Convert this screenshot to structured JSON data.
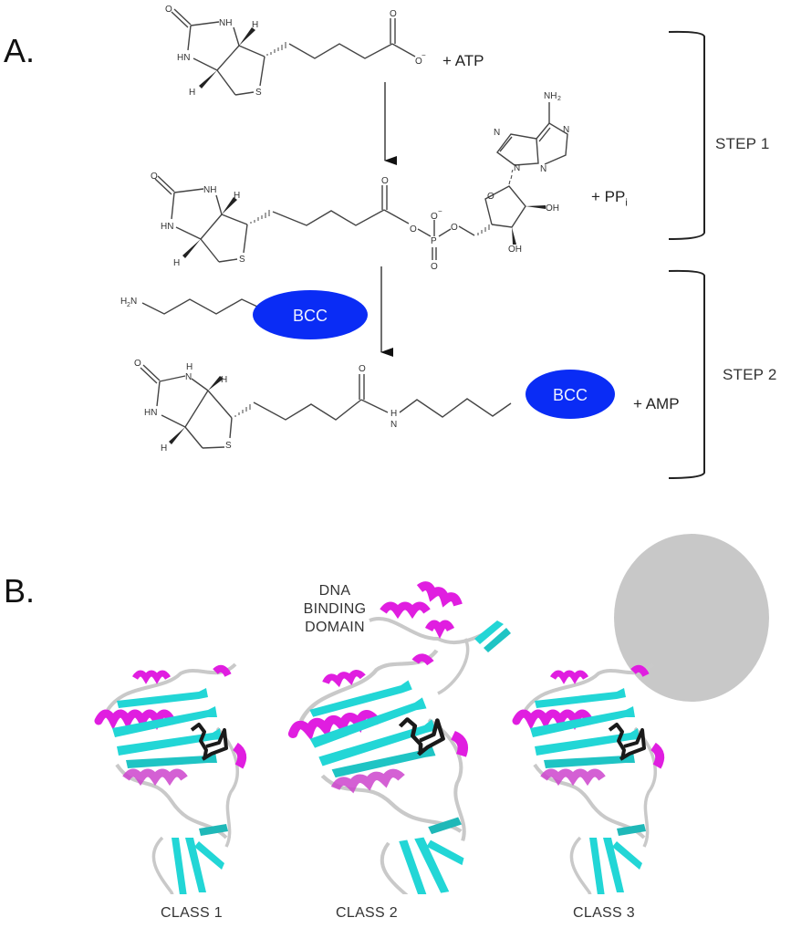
{
  "panels": {
    "a": {
      "label": "A.",
      "reaction": {
        "row1": {
          "reactant": "biotin",
          "plus_label": "+ ATP"
        },
        "row2": {
          "product": "biotinyl-5'-AMP",
          "plus_label": "+ PP",
          "plus_sub": "i"
        },
        "lysine_substrate": {
          "amine_label": "H2N",
          "protein_label": "BCC"
        },
        "row3": {
          "product": "biotinylated BCC",
          "protein_label": "BCC",
          "plus_label": "+ AMP"
        }
      },
      "steps": [
        {
          "label": "STEP 1"
        },
        {
          "label": "STEP 2"
        }
      ],
      "atoms": {
        "O": "O",
        "NH": "NH",
        "HN": "HN",
        "H": "H",
        "S": "S",
        "N": "N",
        "O_minus": "O",
        "minus": "−",
        "P": "P",
        "OH": "OH",
        "NH2": "NH",
        "sub2": "2",
        "H2N": "H",
        "N_amine": "N"
      }
    },
    "b": {
      "label": "B.",
      "annotation": [
        "DNA",
        "BINDING",
        "DOMAIN"
      ],
      "classes": [
        {
          "label": "CLASS 1"
        },
        {
          "label": "CLASS 2"
        },
        {
          "label": "CLASS 3"
        }
      ]
    }
  },
  "colors": {
    "bcc_fill": "#0a2cf5",
    "helix": "#e01ee0",
    "sheet": "#22d6d6",
    "loop": "#c9c9c9",
    "ligand": "#1a1a1a",
    "extra_domain": "#c8c8c8",
    "bracket": "#222222"
  }
}
